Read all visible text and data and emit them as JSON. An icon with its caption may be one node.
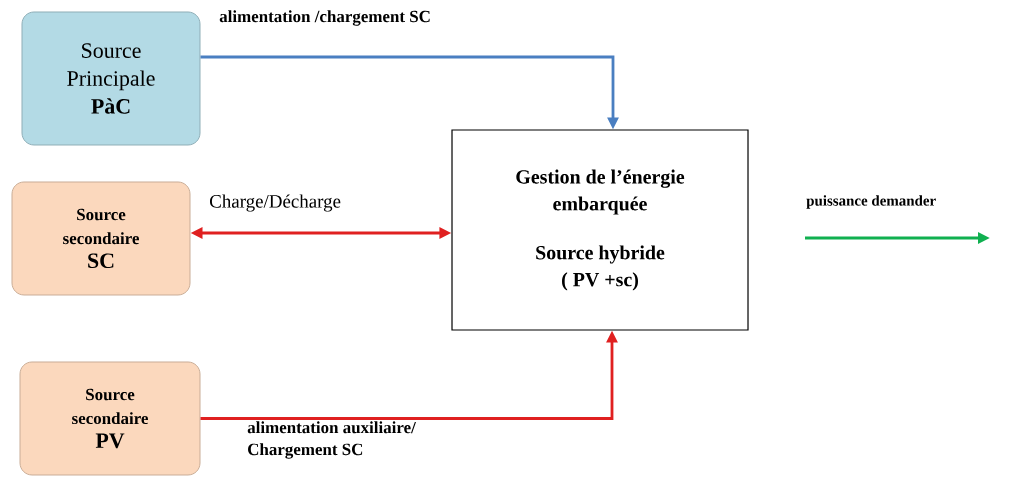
{
  "diagram": {
    "nodes": [
      {
        "text": [
          "Source Principale",
          "PàC"
        ]
      },
      {
        "text": [
          "Source secondaire",
          "SC"
        ]
      },
      {
        "text": [
          "Gestion de l’énergie embarquée",
          "Source hybride",
          "( PV +sc)"
        ]
      },
      {
        "text": [
          "Source secondaire",
          "PV"
        ]
      }
    ],
    "edges": [
      {
        "from": 0,
        "to": 2,
        "arrow": "to",
        "label": "alimentation /chargement SC",
        "color": "#4a7fc1"
      },
      {
        "from": 1,
        "to": 2,
        "arrow": "both",
        "label": "Charge/Décharge",
        "color": "#e02020"
      },
      {
        "from": 3,
        "to": 2,
        "arrow": "to",
        "label": "alimentation auxiliaire/ Chargement SC",
        "color": "#e02020"
      }
    ],
    "labels": [
      "puissance demander"
    ]
  }
}
